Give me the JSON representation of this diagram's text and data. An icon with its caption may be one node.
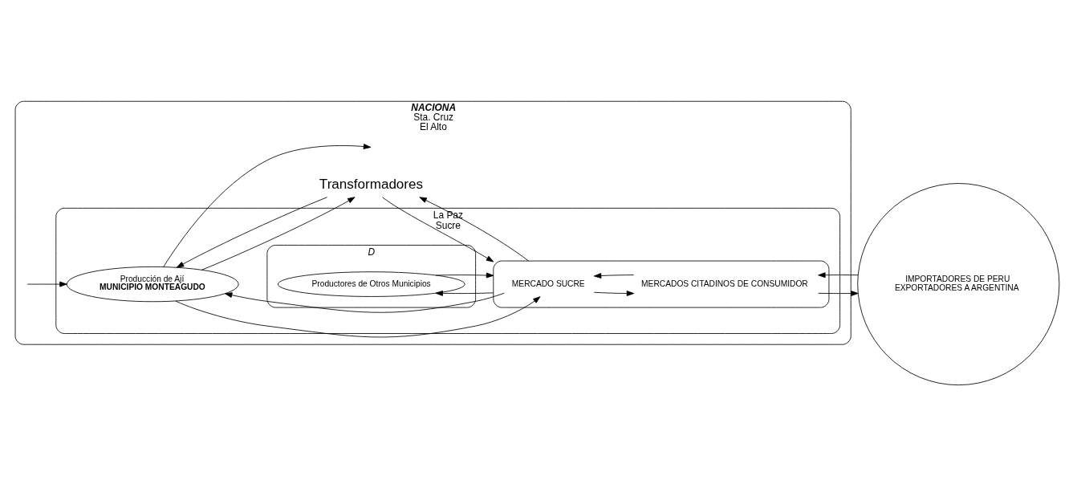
{
  "diagram": {
    "nodes": [
      {
        "text": [
          "NACIONA",
          "Sta. Cruz",
          "El Alto"
        ]
      },
      {
        "text": [
          "La Paz",
          "Sucre"
        ],
        "in": 0
      },
      {
        "text": [
          "D"
        ],
        "in": 1
      },
      {
        "text": [
          "Productores de Otros Municipios"
        ],
        "in": 2
      },
      {
        "text": [
          "Producción de Ají",
          "MUNICIPIO MONTEAGUDO"
        ],
        "in": 1
      },
      {
        "text": [],
        "shape": "ellipse",
        "in": 1
      },
      {
        "text": [
          "MERCADO SUCRE"
        ],
        "in": 5
      },
      {
        "text": [
          "MERCADOS CITADINOS DE CONSUMIDOR"
        ],
        "in": 5
      },
      {
        "text": [
          "Transformadores"
        ],
        "in": 0
      },
      {
        "text": [
          "IMPORTADORES DE PERU",
          "EXPORTADORES A ARGENTINA"
        ]
      }
    ],
    "edges": [
      {
        "from": 4,
        "to": null,
        "arrow": "to"
      },
      {
        "from": null,
        "to": 4,
        "arrow": "to"
      },
      {
        "from": 5,
        "to": 3,
        "arrow": "to"
      },
      {
        "from": 3,
        "to": 5,
        "arrow": "to"
      },
      {
        "from": 4,
        "to": 6,
        "arrow": "to"
      },
      {
        "from": 6,
        "to": 4,
        "arrow": "to"
      },
      {
        "from": 6,
        "to": 7,
        "arrow": "to"
      },
      {
        "from": 7,
        "to": 6,
        "arrow": "to"
      },
      {
        "from": 7,
        "to": 9,
        "arrow": "to"
      },
      {
        "from": 9,
        "to": 7,
        "arrow": "to"
      },
      {
        "from": 4,
        "to": 8,
        "arrow": "to"
      },
      {
        "from": 8,
        "to": 4,
        "arrow": "to"
      },
      {
        "from": 8,
        "to": 5,
        "arrow": "to"
      },
      {
        "from": 5,
        "to": 8,
        "arrow": "to"
      }
    ]
  }
}
